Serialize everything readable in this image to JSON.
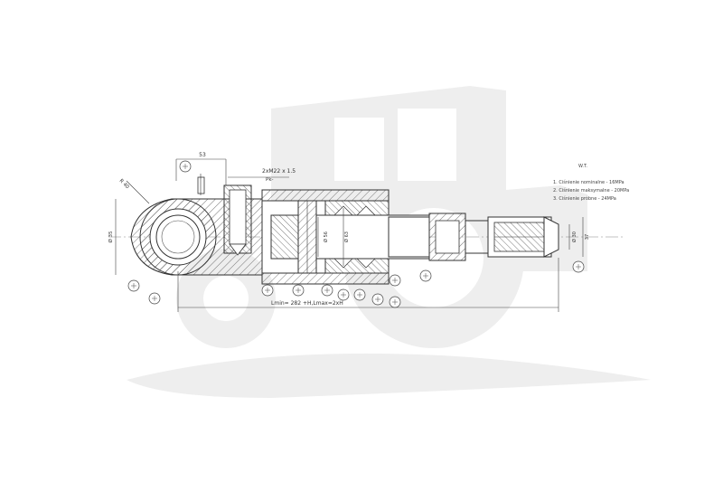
{
  "drawing": {
    "dimensions": {
      "offset_53": "53",
      "thread_spec": "2xM22 x 1.5",
      "port_label": "Pk-",
      "radius_label": "R 40",
      "eye_diameter": "Ø 35",
      "bore_d1": "Ø 56",
      "bore_d2": "Ø 63",
      "rod_end_d": "Ø 30",
      "rod_end_h": "37",
      "length_formula": "Lmin= 282 +H,Lmax=2xH"
    },
    "notes": {
      "header": "W.T.",
      "lines": [
        "1. Ciśnienie nominalne    - 16MPa",
        "2. Ciśnienie maksymalne - 20MPa",
        "3. Ciśnienie próbne       - 24MPa"
      ]
    }
  }
}
